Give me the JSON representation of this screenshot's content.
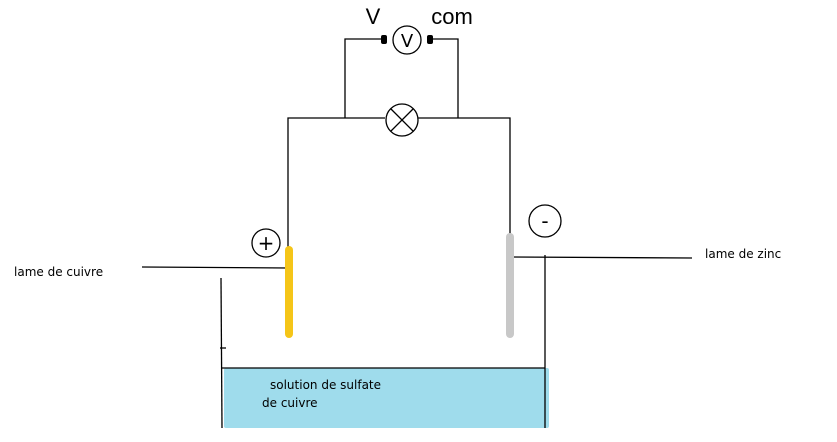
{
  "labels": {
    "copper_plate": "lame de cuivre",
    "zinc_plate": "lame de zinc",
    "solution_line1": "solution de sulfate",
    "solution_line2": "de cuivre",
    "voltmeter_terminal_v": "V",
    "voltmeter_terminal_com": "com",
    "voltmeter_symbol": "V",
    "positive_sign": "+",
    "negative_sign": "-"
  },
  "colors": {
    "copper": "#f5c518",
    "zinc": "#c8c8c8",
    "solution": "#9fdcec",
    "wire": "#000000"
  },
  "icons": {
    "lamp": "lamp-cross-icon",
    "voltmeter": "voltmeter-icon"
  }
}
